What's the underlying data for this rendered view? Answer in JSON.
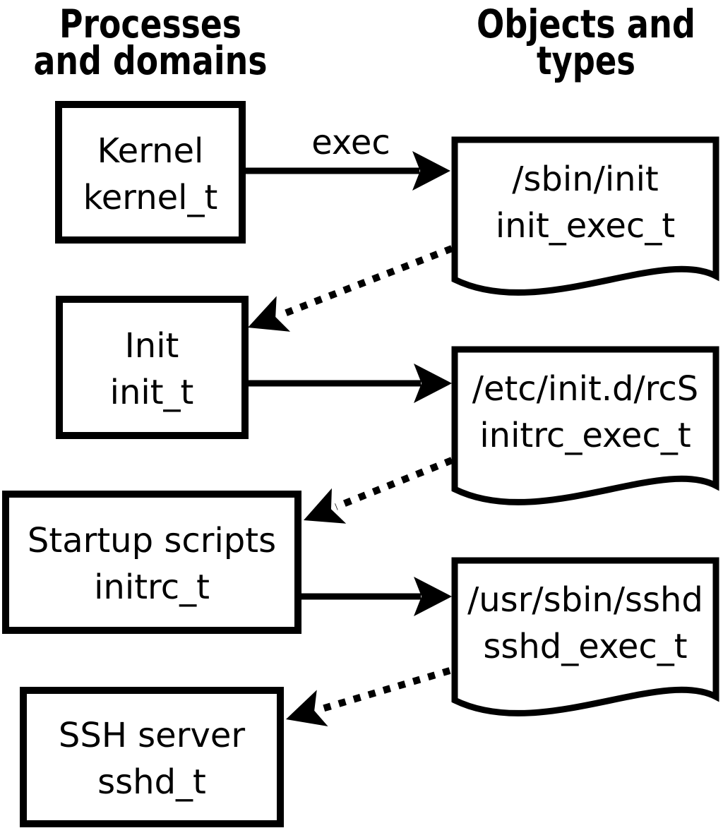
{
  "diagram": {
    "left_column_title": {
      "line1": "Processes",
      "line2": "and domains"
    },
    "right_column_title": {
      "line1": "Objects and",
      "line2": "types"
    },
    "arrow_label": "exec",
    "process_boxes": [
      {
        "process": "Kernel",
        "domain": "kernel_t"
      },
      {
        "process": "Init",
        "domain": "init_t"
      },
      {
        "process": "Startup scripts",
        "domain": "initrc_t"
      },
      {
        "process": "SSH server",
        "domain": "sshd_t"
      }
    ],
    "object_documents": [
      {
        "path": "/sbin/init",
        "type": "init_exec_t"
      },
      {
        "path": "/etc/init.d/rcS",
        "type": "initrc_exec_t"
      },
      {
        "path": "/usr/sbin/sshd",
        "type": "sshd_exec_t"
      }
    ],
    "colors": {
      "foreground": "#000000",
      "background": "#ffffff"
    }
  }
}
